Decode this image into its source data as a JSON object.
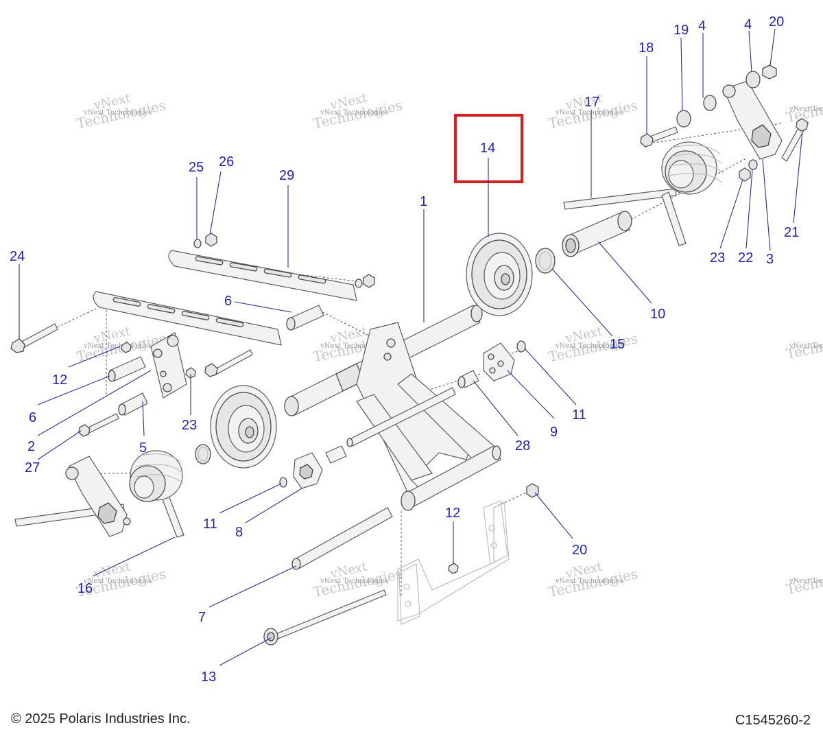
{
  "labels": [
    {
      "id": "1",
      "text": "1"
    },
    {
      "id": "2",
      "text": "2"
    },
    {
      "id": "3",
      "text": "3"
    },
    {
      "id": "4a",
      "text": "4"
    },
    {
      "id": "4b",
      "text": "4"
    },
    {
      "id": "5",
      "text": "5"
    },
    {
      "id": "6a",
      "text": "6"
    },
    {
      "id": "6b",
      "text": "6"
    },
    {
      "id": "7",
      "text": "7"
    },
    {
      "id": "8",
      "text": "8"
    },
    {
      "id": "9",
      "text": "9"
    },
    {
      "id": "10",
      "text": "10"
    },
    {
      "id": "11a",
      "text": "11"
    },
    {
      "id": "11b",
      "text": "11"
    },
    {
      "id": "12a",
      "text": "12"
    },
    {
      "id": "12b",
      "text": "12"
    },
    {
      "id": "13",
      "text": "13"
    },
    {
      "id": "14",
      "text": "14"
    },
    {
      "id": "15",
      "text": "15"
    },
    {
      "id": "16",
      "text": "16"
    },
    {
      "id": "17",
      "text": "17"
    },
    {
      "id": "18",
      "text": "18"
    },
    {
      "id": "19",
      "text": "19"
    },
    {
      "id": "20a",
      "text": "20"
    },
    {
      "id": "20b",
      "text": "20"
    },
    {
      "id": "21",
      "text": "21"
    },
    {
      "id": "22",
      "text": "22"
    },
    {
      "id": "23a",
      "text": "23"
    },
    {
      "id": "23b",
      "text": "23"
    },
    {
      "id": "24",
      "text": "24"
    },
    {
      "id": "25",
      "text": "25"
    },
    {
      "id": "26",
      "text": "26"
    },
    {
      "id": "27",
      "text": "27"
    },
    {
      "id": "28",
      "text": "28"
    },
    {
      "id": "29",
      "text": "29"
    }
  ],
  "highlighted_part": "14",
  "watermark": {
    "line1": "vNext",
    "line2": "Technologies",
    "small": "vNext Technologies"
  },
  "footer": {
    "copyright": "© 2025 Polaris Industries Inc.",
    "drawing_id": "C1545260-2"
  },
  "colors": {
    "label": "#1f1fc4",
    "highlight": "#e01b1b"
  }
}
